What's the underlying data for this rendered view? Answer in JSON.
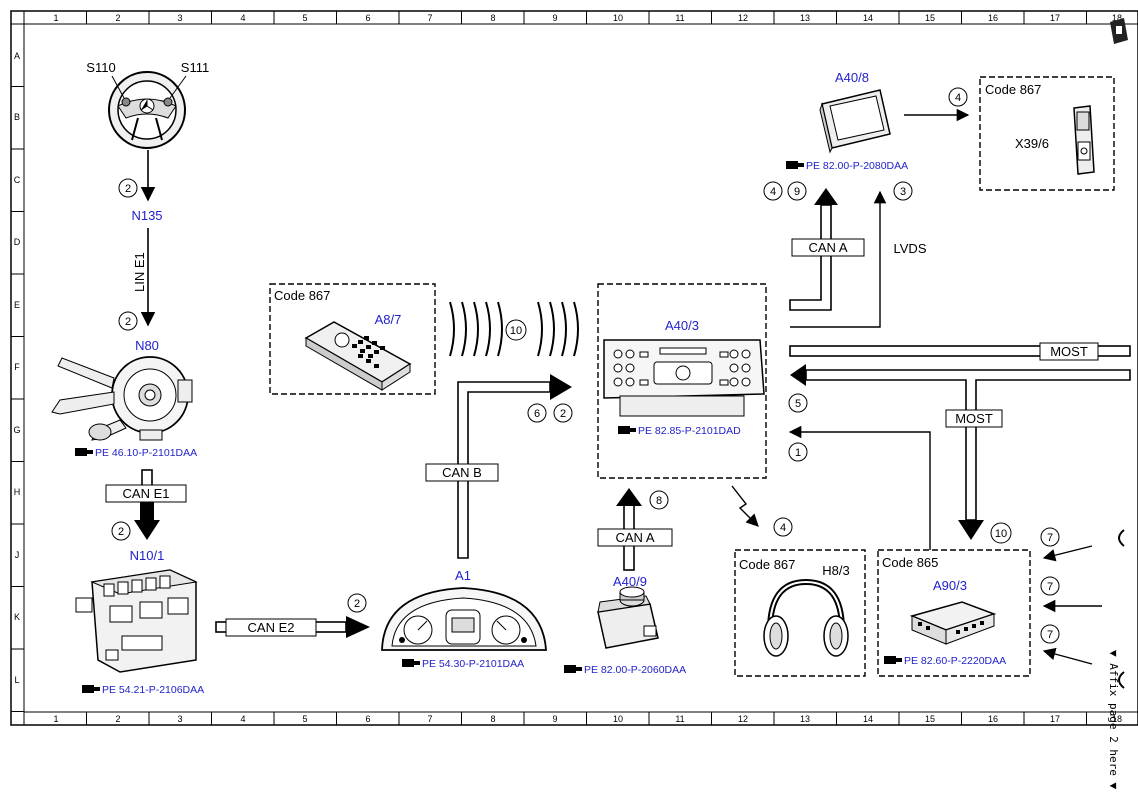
{
  "ruler": {
    "columns": [
      "1",
      "2",
      "3",
      "4",
      "5",
      "6",
      "7",
      "8",
      "9",
      "10",
      "11",
      "12",
      "13",
      "14",
      "15",
      "16",
      "17",
      "18"
    ],
    "rows": [
      "A",
      "B",
      "C",
      "D",
      "E",
      "F",
      "G",
      "H",
      "J",
      "K",
      "L"
    ]
  },
  "components": {
    "s110": "S110",
    "s111": "S111",
    "n135": "N135",
    "n80": "N80",
    "n10_1": "N10/1",
    "a8_7": "A8/7",
    "a1": "A1",
    "a40_3": "A40/3",
    "a40_8": "A40/8",
    "a40_9": "A40/9",
    "h8_3": "H8/3",
    "a90_3": "A90/3",
    "x39_6": "X39/6"
  },
  "codes": {
    "code_a8": "Code 867",
    "code_x39": "Code 867",
    "code_h8": "Code 867",
    "code_a90": "Code 865"
  },
  "refs": {
    "n80": "PE 46.10-P-2101DAA",
    "n10_1": "PE 54.21-P-2106DAA",
    "a1": "PE 54.30-P-2101DAA",
    "a40_9": "PE 82.00-P-2060DAA",
    "a40_3": "PE 82.85-P-2101DAD",
    "a40_8": "PE 82.00-P-2080DAA",
    "a90_3": "PE 82.60-P-2220DAA"
  },
  "buses": {
    "lin_e1": "LIN E1",
    "can_e1": "CAN E1",
    "can_e2": "CAN E2",
    "can_b": "CAN B",
    "can_a_top": "CAN A",
    "can_a_bottom": "CAN A",
    "lvds": "LVDS",
    "most_top": "MOST",
    "most_mid": "MOST"
  },
  "markers": {
    "m2_n135": "2",
    "m2_n80": "2",
    "m2_n10": "2",
    "m2_a1": "2",
    "m6": "6",
    "m2_canb": "2",
    "m10_ir": "10",
    "m4_top": "4",
    "m9": "9",
    "m3": "3",
    "m4_x39": "4",
    "m5": "5",
    "m1": "1",
    "m8": "8",
    "m4_h8": "4",
    "m10_most": "10",
    "m7_a": "7",
    "m7_b": "7",
    "m7_c": "7"
  },
  "side_note": "▼ Affix page 2 here ▼"
}
